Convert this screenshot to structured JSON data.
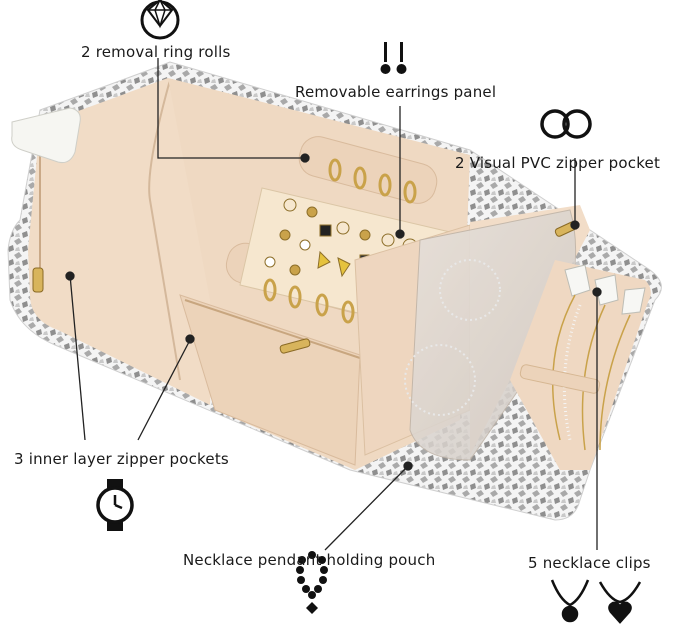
{
  "labels": {
    "ring_rolls": "2 removal ring rolls",
    "earrings_panel": "Removable earrings panel",
    "pvc_pocket": "2 Visual PVC zipper pocket",
    "inner_pockets": "3 inner layer zipper pockets",
    "pendant_pouch": "Necklace pendant holding pouch",
    "necklace_clips": "5 necklace clips"
  },
  "colors": {
    "lining": "#f0dcc8",
    "lining_shade": "#e6cdb4",
    "panel": "#f5e6cf",
    "pattern": "#b8b8b8",
    "gold": "#c9a24a",
    "line": "#222222"
  }
}
